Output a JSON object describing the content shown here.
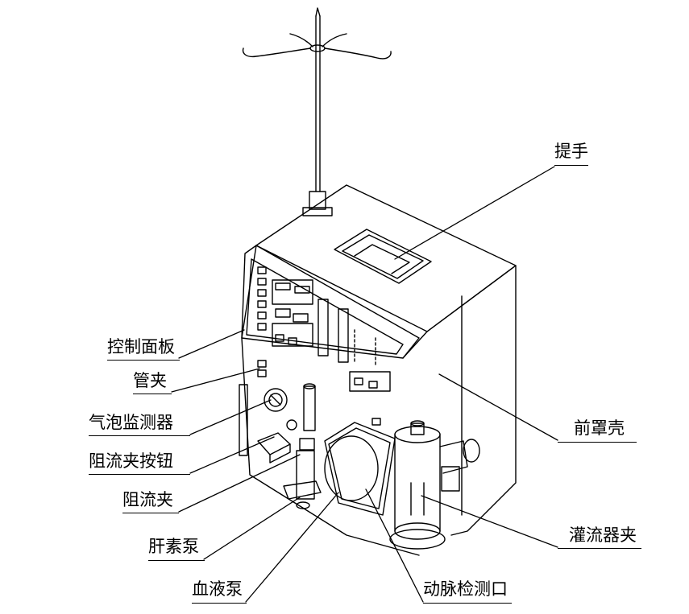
{
  "labels": {
    "handle": "提手",
    "control_panel": "控制面板",
    "tube_clamp": "管夹",
    "bubble_detector": "气泡监测器",
    "clamp_button": "阻流夹按钮",
    "clamp": "阻流夹",
    "front_cover": "前罩壳",
    "heparin_pump": "肝素泵",
    "perfusion_clamp": "灌流器夹",
    "blood_pump": "血液泵",
    "arterial_port": "动脉检测口"
  }
}
